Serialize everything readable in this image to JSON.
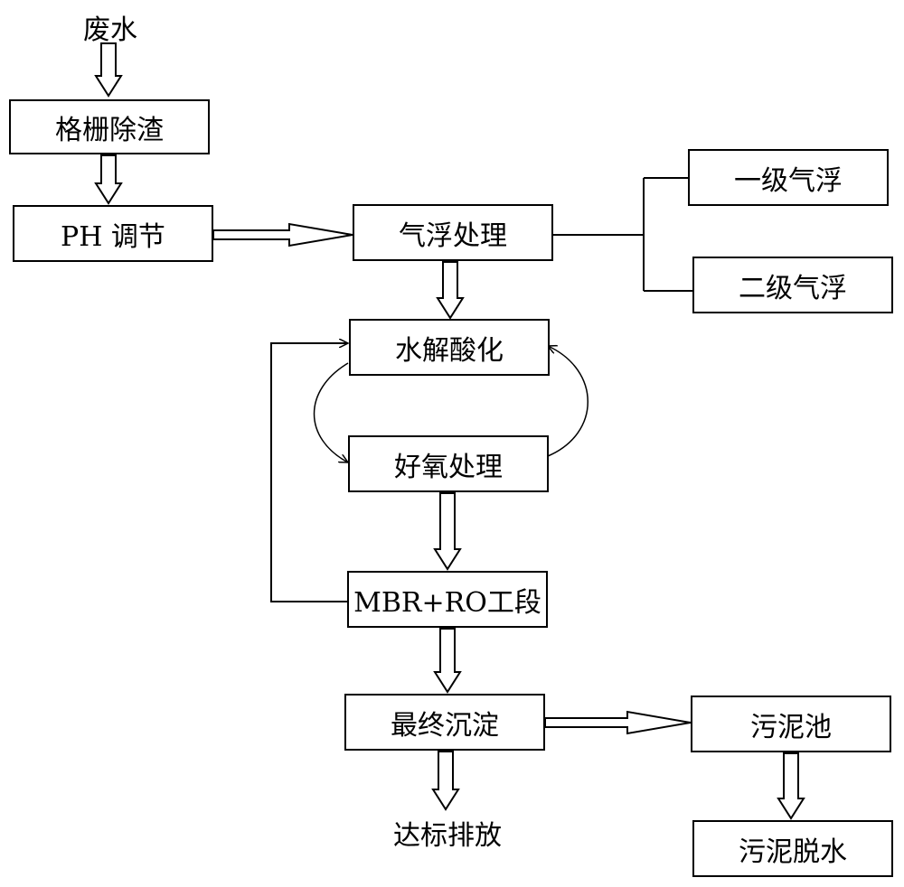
{
  "nodes": {
    "wastewater": "废水",
    "grille": "格栅除渣",
    "ph": "PH 调节",
    "flotation": "气浮处理",
    "flotation1": "一级气浮",
    "flotation2": "二级气浮",
    "hydrolysis": "水解酸化",
    "aerobic": "好氧处理",
    "mbr": "MBR+RO工段",
    "settling": "最终沉淀",
    "sludge_pool": "污泥池",
    "dewatering": "污泥脱水",
    "discharge": "达标排放"
  }
}
